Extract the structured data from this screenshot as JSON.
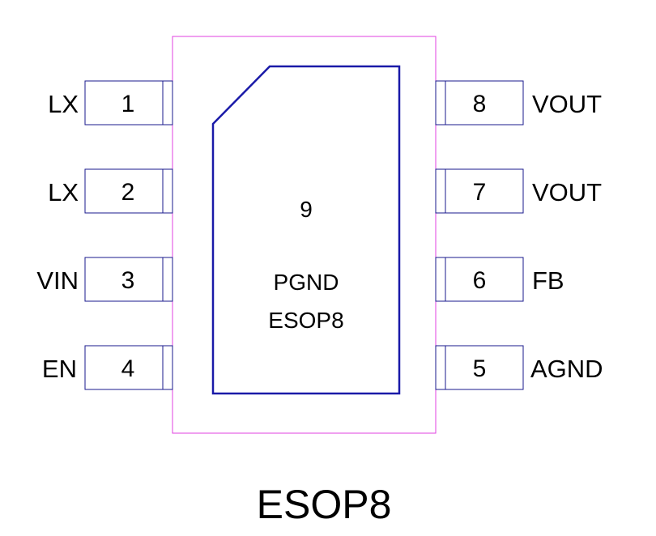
{
  "package": {
    "title": "ESOP8",
    "body_color": "#e040e0",
    "pad_color": "#1a1aa8",
    "pin_color": "#1a1a8c",
    "exposed_pad": {
      "number": "9",
      "name": "PGND",
      "package_label": "ESOP8"
    },
    "left_pins": [
      {
        "number": "1",
        "name": "LX"
      },
      {
        "number": "2",
        "name": "LX"
      },
      {
        "number": "3",
        "name": "VIN"
      },
      {
        "number": "4",
        "name": "EN"
      }
    ],
    "right_pins": [
      {
        "number": "8",
        "name": "VOUT"
      },
      {
        "number": "7",
        "name": "VOUT"
      },
      {
        "number": "6",
        "name": "FB"
      },
      {
        "number": "5",
        "name": "AGND"
      }
    ]
  }
}
